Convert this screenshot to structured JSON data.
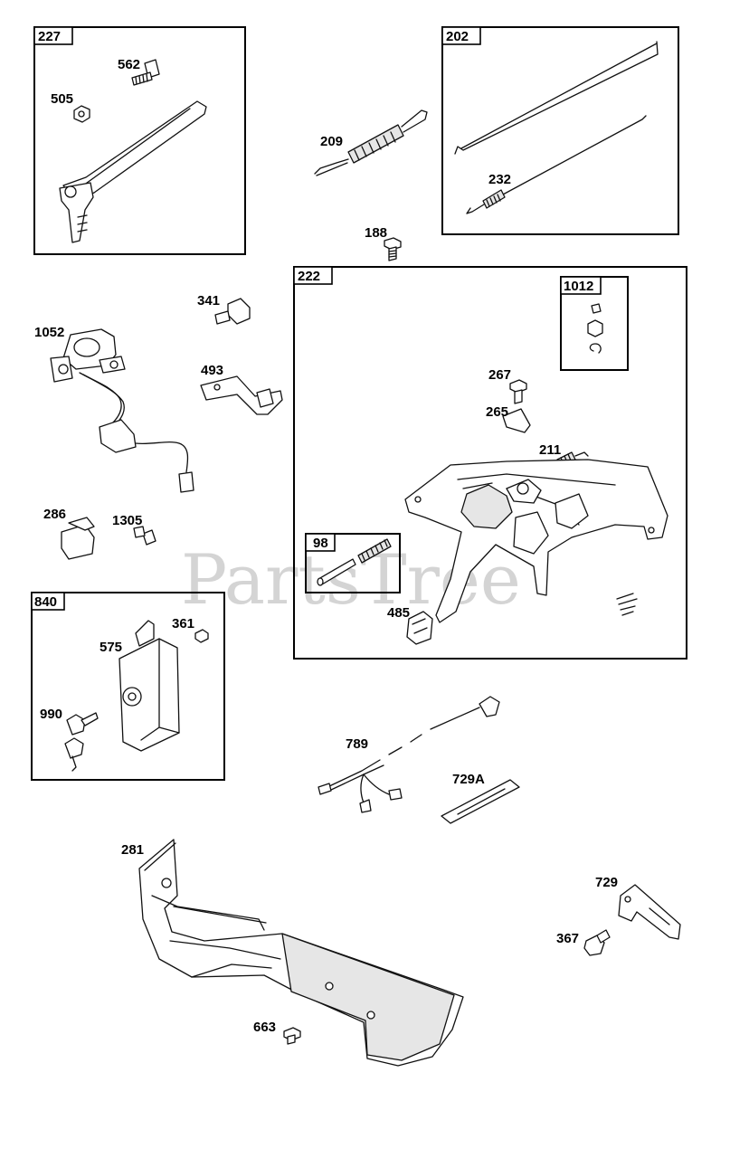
{
  "watermark": "PartsTree",
  "group_boxes": {
    "b227": "227",
    "b202": "202",
    "b222": "222",
    "b1012": "1012",
    "b98": "98",
    "b840": "840"
  },
  "callouts": {
    "c562": "562",
    "c505": "505",
    "c209": "209",
    "c232": "232",
    "c188": "188",
    "c341": "341",
    "c1052": "1052",
    "c493": "493",
    "c267": "267",
    "c265": "265",
    "c211": "211",
    "c286": "286",
    "c1305": "1305",
    "c485": "485",
    "c361": "361",
    "c575": "575",
    "c990": "990",
    "c789": "789",
    "c729A": "729A",
    "c281": "281",
    "c729": "729",
    "c367": "367",
    "c663": "663"
  }
}
